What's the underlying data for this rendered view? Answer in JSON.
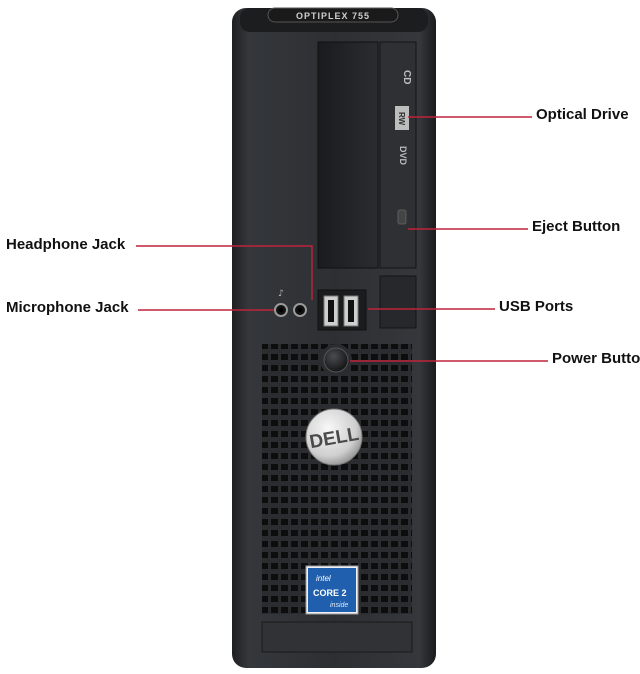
{
  "product": {
    "model_badge": "OPTIPLEX 755",
    "brand_logo": "DELL",
    "cpu_badge_line1": "intel",
    "cpu_badge_line2": "CORE 2",
    "cpu_badge_line3": "inside",
    "drive_logo_cd": "CD",
    "drive_logo_rw": "RW",
    "drive_logo_dvd": "DVD"
  },
  "callouts": {
    "optical_drive": "Optical Drive",
    "eject_button": "Eject Button",
    "usb_ports": "USB Ports",
    "power_button": "Power Butto",
    "headphone_jack": "Headphone Jack",
    "microphone_jack": "Microphone Jack"
  },
  "colors": {
    "case": "#2b2d30",
    "case_dark": "#1c1d1f",
    "leader_line": "#c0233b",
    "badge_blue": "#1f5fae"
  }
}
